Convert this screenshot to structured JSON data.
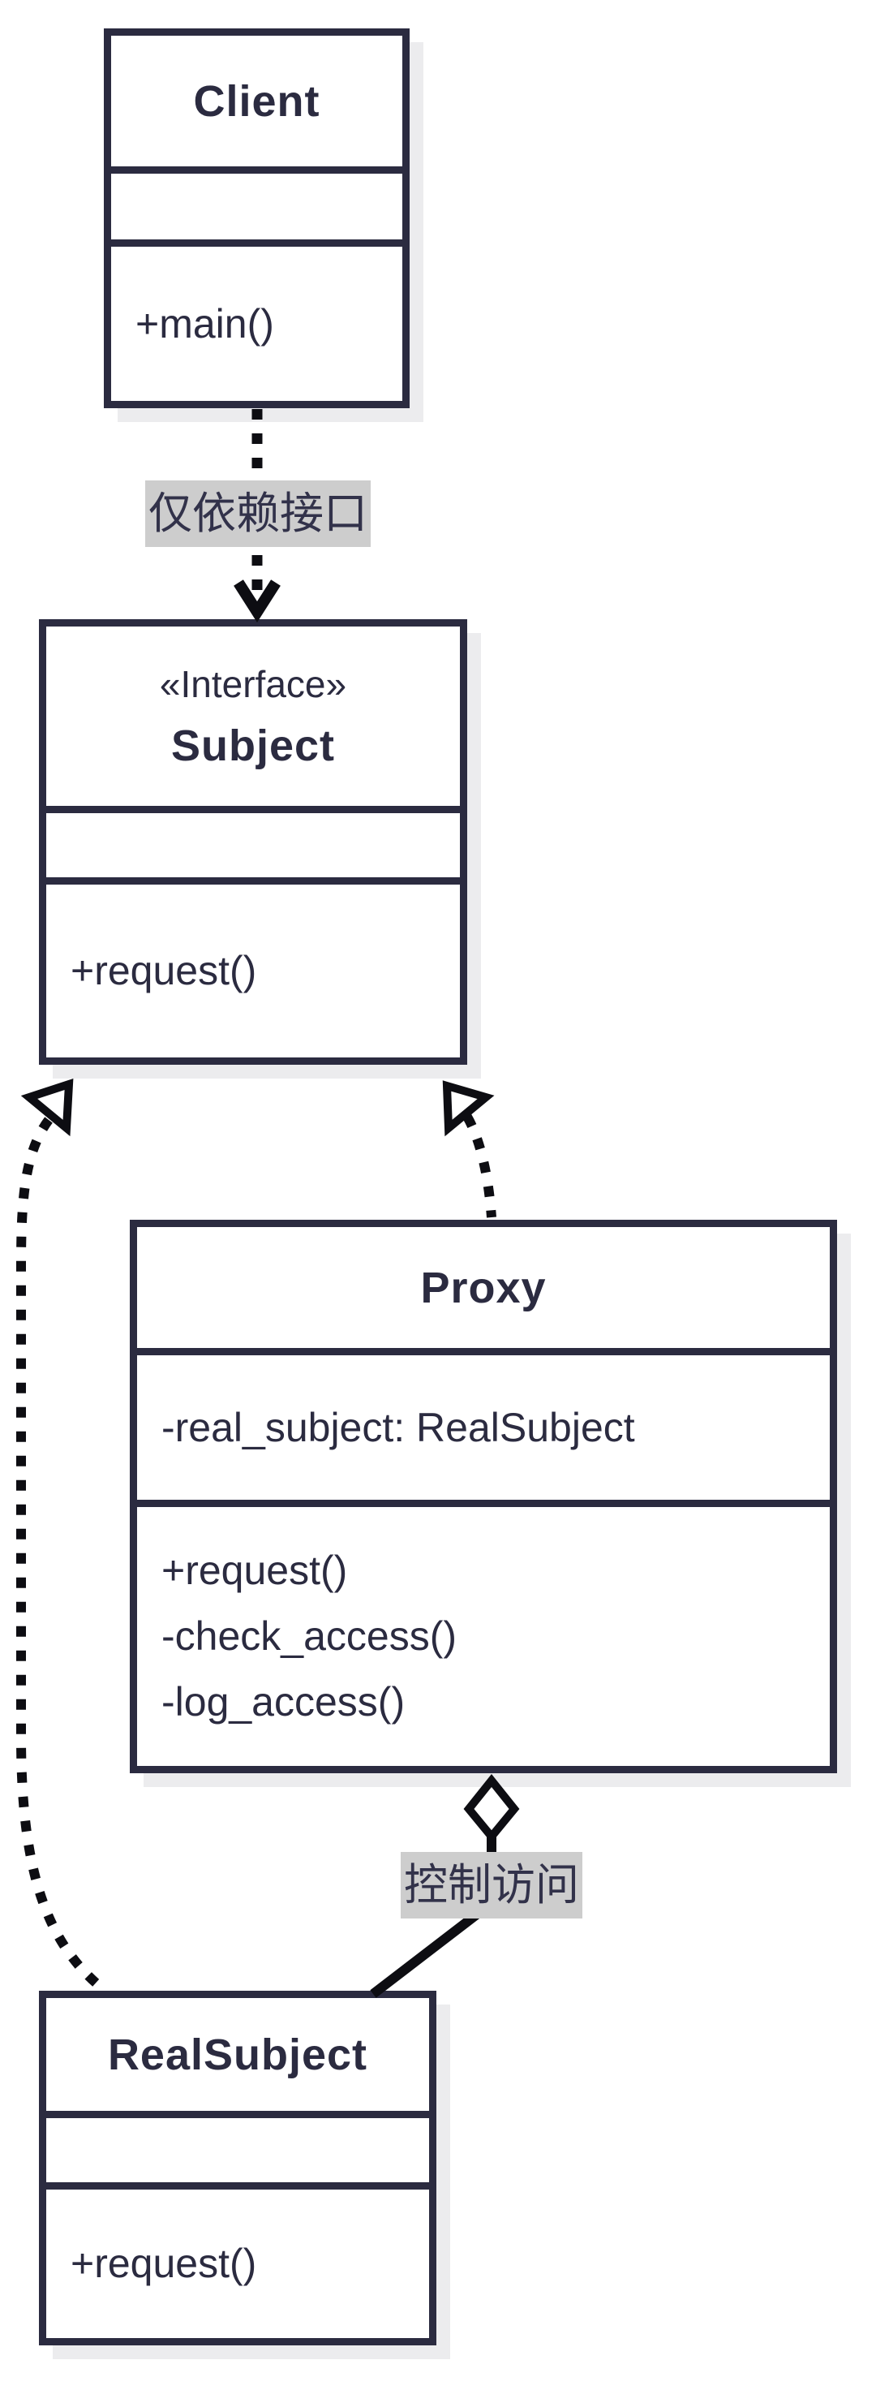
{
  "palette": {
    "box_border": "#2b2b40",
    "box_text": "#2b2b40",
    "connector": "#0d0d12",
    "shadow": "#ececee",
    "label_bg": "#cdcdcd",
    "label_text": "#32324a",
    "background": "#ffffff"
  },
  "classes": {
    "client": {
      "name": "Client",
      "methods": [
        "+main()"
      ]
    },
    "subject": {
      "stereotype": "«Interface»",
      "name": "Subject",
      "methods": [
        "+request()"
      ]
    },
    "proxy": {
      "name": "Proxy",
      "attributes": [
        "-real_subject: RealSubject"
      ],
      "methods": [
        "+request()",
        "-check_access()",
        "-log_access()"
      ]
    },
    "real_subject": {
      "name": "RealSubject",
      "methods": [
        "+request()"
      ]
    }
  },
  "edge_labels": {
    "dependency": "仅依赖接口",
    "aggregation": "控制访问"
  }
}
